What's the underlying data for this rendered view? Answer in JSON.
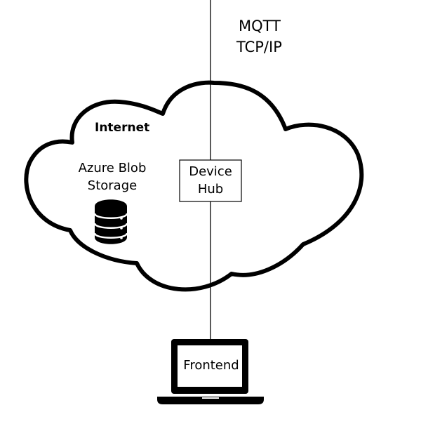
{
  "protocol": {
    "line1": "MQTT",
    "line2": "TCP/IP"
  },
  "cloud": {
    "title": "Internet",
    "storage": {
      "line1": "Azure Blob",
      "line2": "Storage",
      "icon": "database-icon"
    },
    "hub": {
      "line1": "Device",
      "line2": "Hub"
    }
  },
  "frontend": {
    "label": "Frontend",
    "icon": "laptop-icon"
  }
}
